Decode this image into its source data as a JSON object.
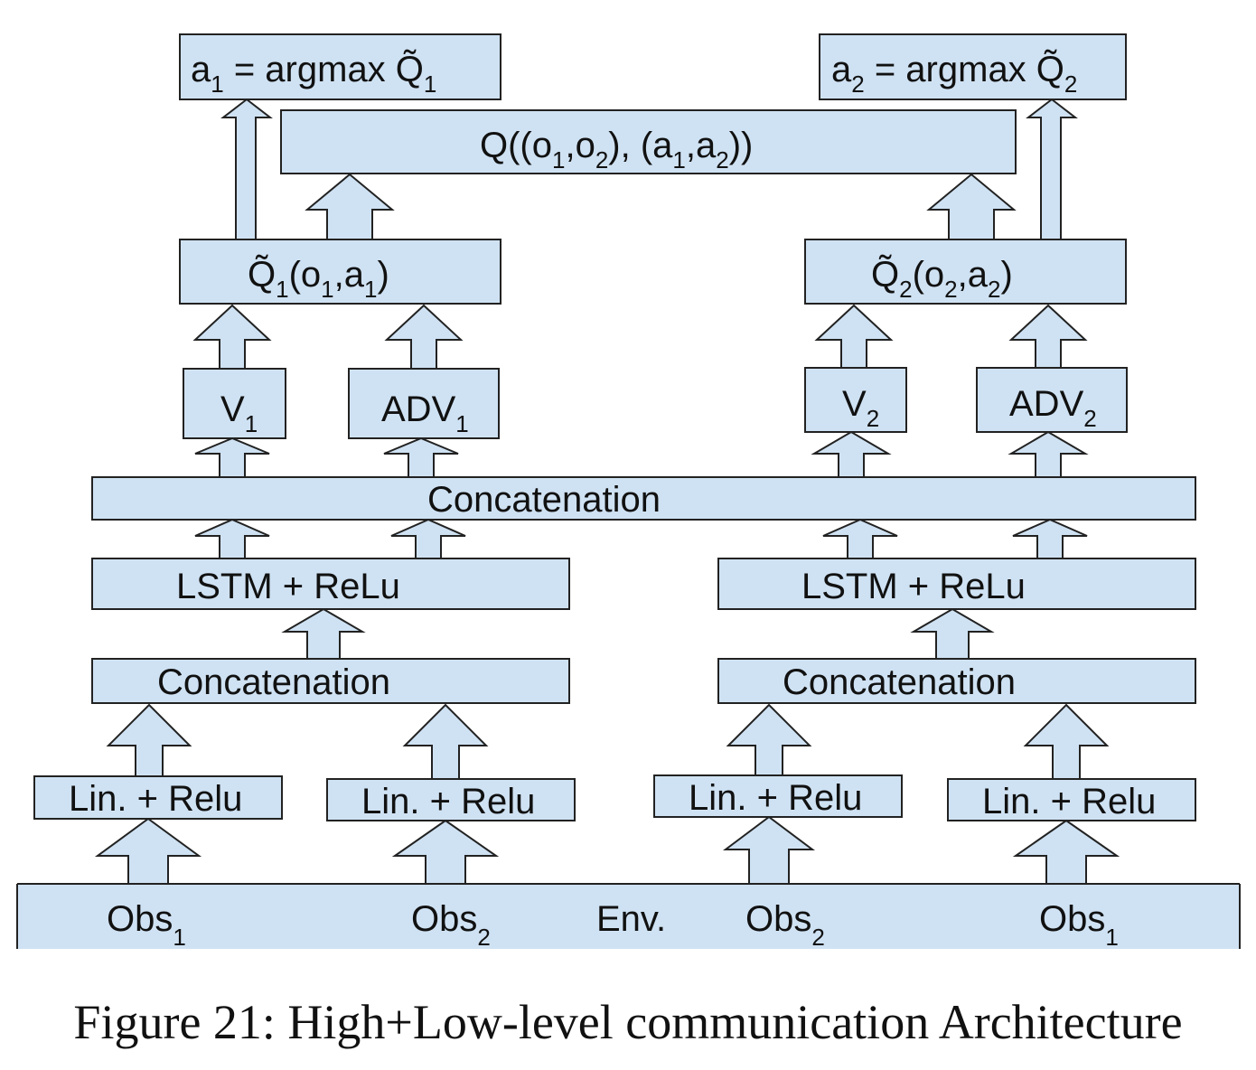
{
  "caption": "Figure 21: High+Low-level communication Architecture",
  "labels": {
    "top_left": [
      "a",
      "1",
      " = argmax Q̃",
      "1"
    ],
    "top_right": [
      "a",
      "2",
      " = argmax Q̃",
      "2"
    ],
    "joint_q": [
      "Q((o",
      "1",
      ",o",
      "2",
      "), (a",
      "1",
      ",a",
      "2",
      "))"
    ],
    "q1": [
      "Q̃",
      "1",
      "(o",
      "1",
      ",a",
      "1",
      ")"
    ],
    "q2": [
      "Q̃",
      "2",
      "(o",
      "2",
      ",a",
      "2",
      ")"
    ],
    "v1": [
      "V",
      "1"
    ],
    "adv1": [
      "ADV",
      "1"
    ],
    "v2": [
      "V",
      "2"
    ],
    "adv2": [
      "ADV",
      "2"
    ],
    "concat_top": "Concatenation",
    "lstm_left": "LSTM + ReLu",
    "lstm_right": "LSTM + ReLu",
    "concat_left": "Concatenation",
    "concat_right": "Concatenation",
    "lin": "Lin. + Relu",
    "env": "Env.",
    "obs_1": [
      "Obs",
      "1"
    ],
    "obs_2": [
      "Obs",
      "2"
    ]
  },
  "colors": {
    "box_fill": "#cfe2f3",
    "stroke": "#222222"
  }
}
